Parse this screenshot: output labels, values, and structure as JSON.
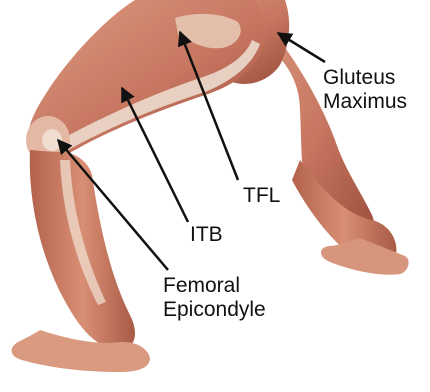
{
  "labels": {
    "gluteus": {
      "line1": "Gluteus",
      "line2": "Maximus"
    },
    "tfl": "TFL",
    "itb": "ITB",
    "femoral": {
      "line1": "Femoral",
      "line2": "Epicondyle"
    }
  },
  "colors": {
    "background": "#ffffff",
    "muscle": "#c8765e",
    "muscle_dark": "#8e4634",
    "tendon": "#eee2d8",
    "arrow": "#111111"
  }
}
